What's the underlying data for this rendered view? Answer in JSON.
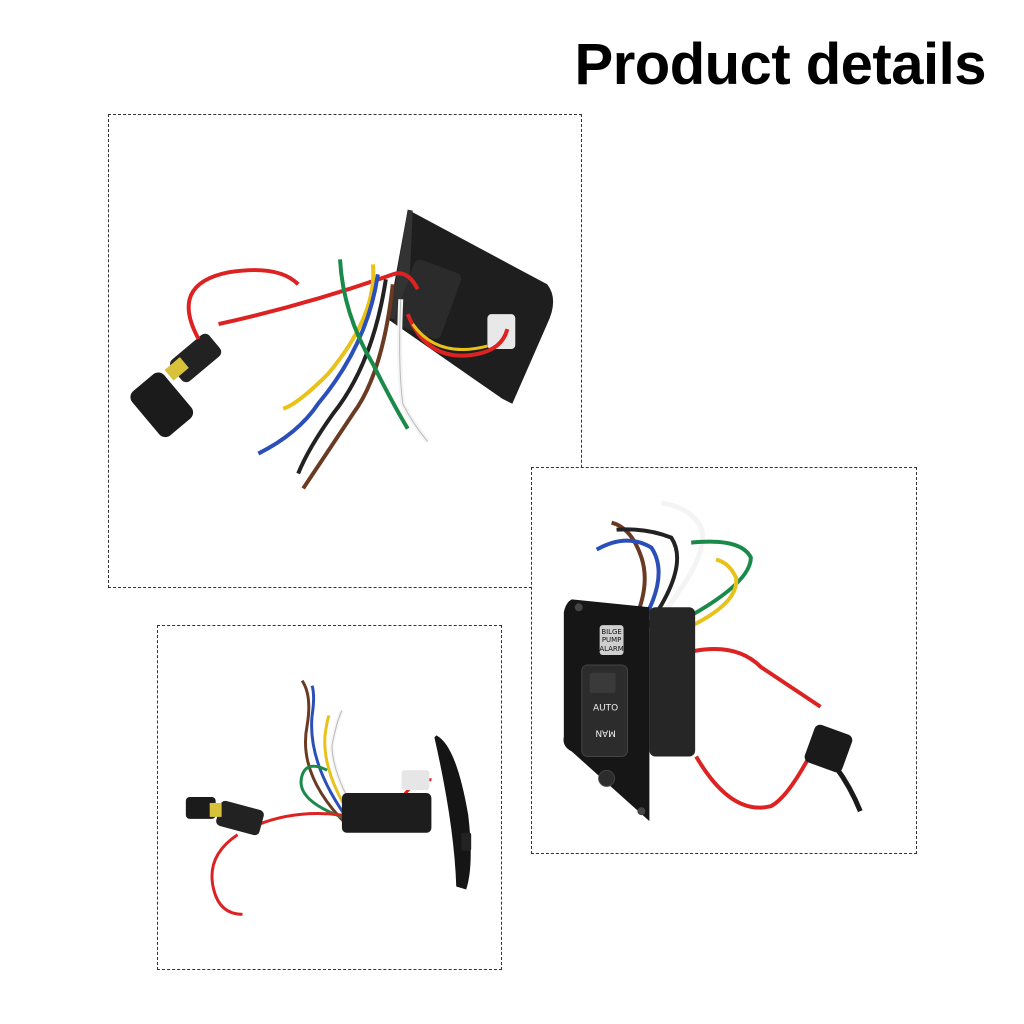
{
  "page": {
    "title": "Product details"
  },
  "images": [
    {
      "name": "product-photo-top-left",
      "switch_text": []
    },
    {
      "name": "product-photo-right",
      "switch_text": [
        "BILGE",
        "PUMP",
        "ALARM",
        "AUTO",
        "MAN"
      ]
    },
    {
      "name": "product-photo-bottom-left",
      "switch_text": []
    }
  ]
}
